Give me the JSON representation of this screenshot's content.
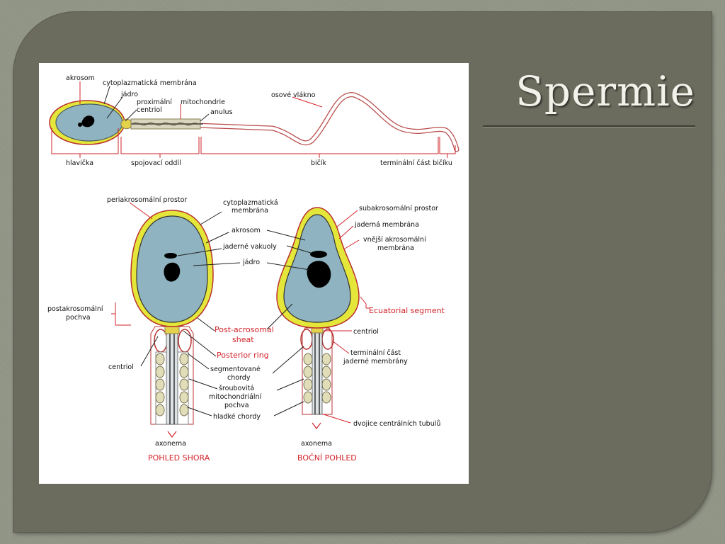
{
  "slide": {
    "title": "Spermie"
  },
  "diagram": {
    "top_view_labels": {
      "akrosom": "akrosom",
      "cytoplazmaticka_membrana": "cytoplazmatická membrána",
      "jadro": "jádro",
      "proximalni_centriol": "proximální",
      "centriol": "centriol",
      "mitochondrie": "mitochondrie",
      "anulus": "anulus",
      "osove_vlakno": "osové vlákno",
      "hlavicka": "hlavička",
      "spojovaci_oddil": "spojovací oddíl",
      "bicik": "bičík",
      "terminalni_cast_biciku": "terminální část bičíku"
    },
    "left_view_labels": {
      "periakrosomalni_prostor": "periakrosomální prostor",
      "cytoplazmaticka_membrana_1": "cytoplazmatická",
      "cytoplazmaticka_membrana_2": "membrána",
      "akrosom": "akrosom",
      "jaderne_vakuoly": "jaderné vakuoly",
      "jadro": "jádro",
      "postakrosomalni_pochva_1": "postakrosomální",
      "postakrosomalni_pochva_2": "pochva",
      "post_acrosomal_sheat_1": "Post-acrosomal",
      "post_acrosomal_sheat_2": "sheat",
      "posterior_ring": "Posterior ring",
      "centriol": "centriol",
      "segmentovane_chordy_1": "segmentované",
      "segmentovane_chordy_2": "chordy",
      "sroubovita_1": "šroubovitá",
      "sroubovita_2": "mitochondriální",
      "sroubovita_3": "pochva",
      "hladke_chordy": "hladké chordy",
      "axonema": "axonema",
      "caption": "POHLED SHORA"
    },
    "right_view_labels": {
      "subakrosomalni_prostor": "subakrosomální prostor",
      "jaderna_membrana": "jaderná membrána",
      "vnejsi_akrosomalni_1": "vnější akrosomální",
      "vnejsi_akrosomalni_2": "membrána",
      "ecuatorial_segment": "Ecuatorial segment",
      "centriol": "centriol",
      "terminalni_cast_1": "terminální část",
      "terminalni_cast_2": "jaderné membrány",
      "dvojice_centralnich_tubulu": "dvojice centrálních tubulů",
      "axonema": "axonema",
      "caption": "BOČNÍ POHLED"
    },
    "colors": {
      "head_fill": "#8fb3c0",
      "acrosome_yellow": "#e4e63a",
      "outline_red": "#b8312f",
      "nucleus": "#000000",
      "label_red": "#d2232a"
    }
  }
}
